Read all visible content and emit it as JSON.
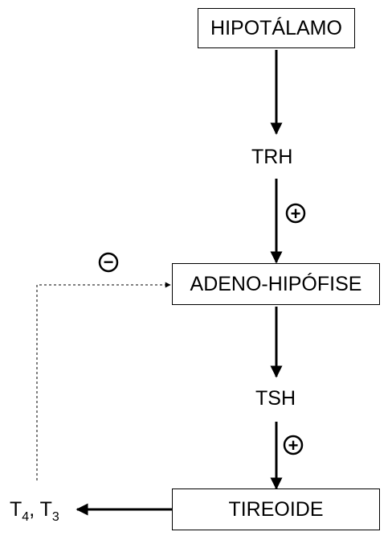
{
  "nodes": {
    "hipotalamo": "HIPOTÁLAMO",
    "trh": "TRH",
    "adeno": "ADENO-HIPÓFISE",
    "tsh": "TSH",
    "tireoide": "TIREOIDE"
  },
  "output": {
    "t4_base": "T",
    "t4_sub": "4",
    "separator": ",",
    "t3_base": "T",
    "t3_sub": "3"
  },
  "signs": {
    "stimulate": "+",
    "inhibit": "−"
  }
}
